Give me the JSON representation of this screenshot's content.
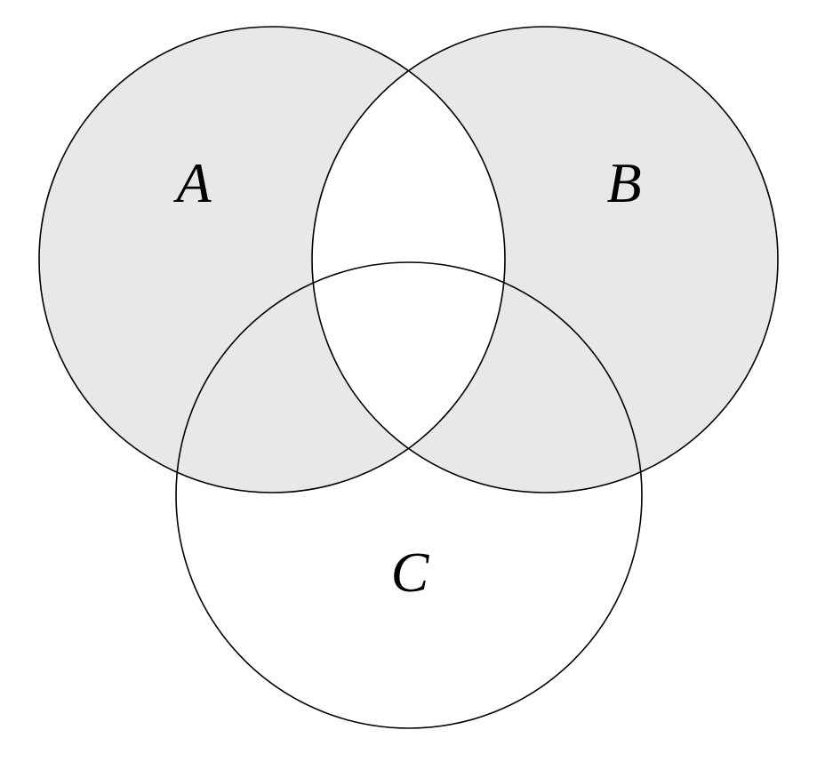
{
  "diagram": {
    "type": "venn",
    "set_count": 3,
    "sets": [
      {
        "label": "A"
      },
      {
        "label": "B"
      },
      {
        "label": "C"
      }
    ],
    "shaded_region": "(A ∪ B) minus (A ∩ B) — symmetric difference of A and B; circle C unshaded",
    "colors": {
      "shaded_fill": "#e8e8e8",
      "stroke": "#000000",
      "background": "#ffffff"
    }
  }
}
